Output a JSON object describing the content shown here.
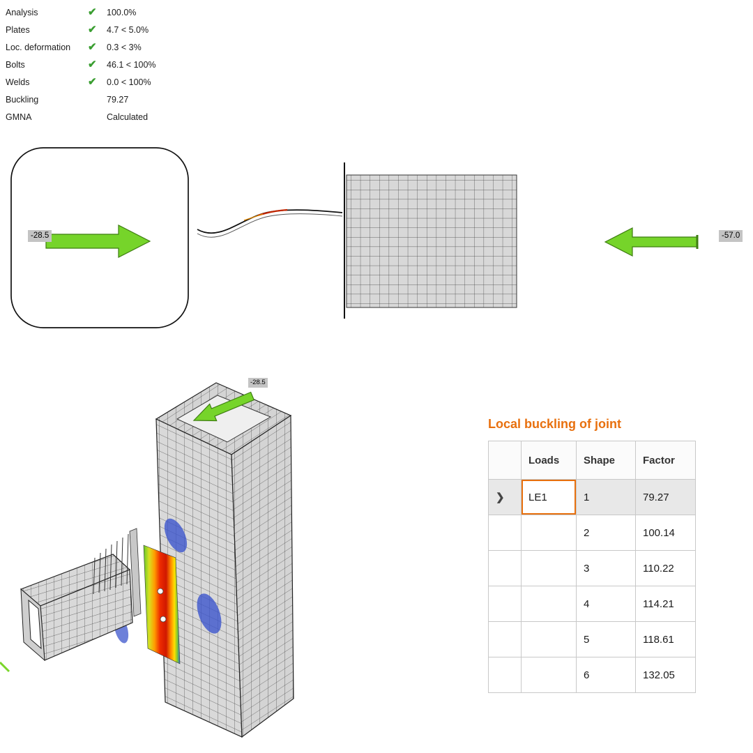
{
  "summary": {
    "rows": [
      {
        "label": "Analysis",
        "status": "ok",
        "value": "100.0%"
      },
      {
        "label": "Plates",
        "status": "ok",
        "value": "4.7 < 5.0%"
      },
      {
        "label": "Loc. deformation",
        "status": "ok",
        "value": "0.3 < 3%"
      },
      {
        "label": "Bolts",
        "status": "ok",
        "value": "46.1 < 100%"
      },
      {
        "label": "Welds",
        "status": "ok",
        "value": "0.0 < 100%"
      },
      {
        "label": "Buckling",
        "status": "none",
        "value": "79.27"
      },
      {
        "label": "GMNA",
        "status": "none",
        "value": "Calculated"
      }
    ]
  },
  "deformation_view": {
    "left_load_label": "-28.5",
    "right_load_label": "-57.0"
  },
  "model_view": {
    "load_label": "-28.5"
  },
  "buckling_panel": {
    "title": "Local buckling of joint",
    "columns": [
      "Loads",
      "Shape",
      "Factor"
    ],
    "rows": [
      {
        "loads": "LE1",
        "shape": "1",
        "factor": "79.27",
        "selected": true
      },
      {
        "loads": "",
        "shape": "2",
        "factor": "100.14",
        "selected": false
      },
      {
        "loads": "",
        "shape": "3",
        "factor": "110.22",
        "selected": false
      },
      {
        "loads": "",
        "shape": "4",
        "factor": "114.21",
        "selected": false
      },
      {
        "loads": "",
        "shape": "5",
        "factor": "118.61",
        "selected": false
      },
      {
        "loads": "",
        "shape": "6",
        "factor": "132.05",
        "selected": false
      }
    ]
  },
  "icons": {
    "check": "✔",
    "row_selector": "❯"
  },
  "colors": {
    "check_green": "#3a9e31",
    "arrow_green": "#76d42a",
    "accent_orange": "#e8700e",
    "mesh_gray": "#d9d9d9",
    "selected_row_bg": "#e8e8e8",
    "tag_bg": "#c4c4c4"
  }
}
